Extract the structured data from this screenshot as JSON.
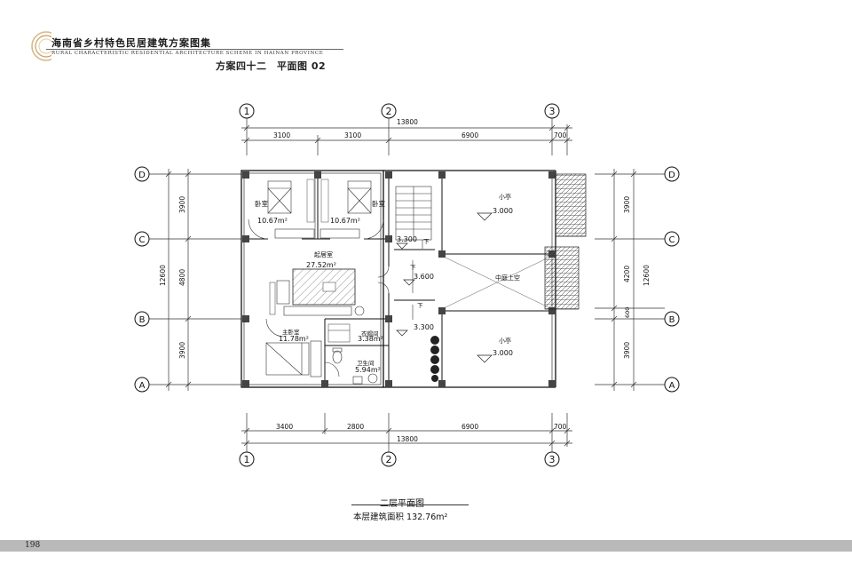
{
  "header": {
    "title": "海南省乡村特色民居建筑方案图集",
    "subtitle": "RURAL CHARACTERISTIC RESIDENTIAL ARCHITECTURE SCHEME IN HAINAN PROVINCE",
    "page_title": "方案四十二　平面图 02"
  },
  "grid": {
    "col_axes": [
      "1",
      "2",
      "3"
    ],
    "row_axes": [
      "D",
      "C",
      "B",
      "A"
    ]
  },
  "dimensions": {
    "top_total": "13800",
    "top_segments": [
      "3100",
      "3100",
      "6900",
      "700"
    ],
    "bottom_total": "13800",
    "bottom_segments": [
      "3400",
      "2800",
      "6900",
      "700"
    ],
    "left_total": "12600",
    "left_segments": [
      "3900",
      "4800",
      "3900"
    ],
    "right_total": "12600",
    "right_segments": [
      "3900",
      "4200",
      "600",
      "3900"
    ]
  },
  "rooms": {
    "bedroom_left_name": "卧室",
    "bedroom_left_area": "10.67m²",
    "bedroom_right_name": "卧室",
    "bedroom_right_area": "10.67m²",
    "living_name": "起居室",
    "living_area": "27.52m²",
    "master_name": "主卧室",
    "master_area": "11.78m²",
    "closet_name": "衣帽间",
    "closet_area": "3.38m²",
    "bath_name": "卫生间",
    "bath_area": "5.94m²",
    "pavilion_top_name": "小亭",
    "pavilion_top_level": "3.000",
    "courtyard_name": "中庭上空",
    "pavilion_bottom_name": "小亭",
    "pavilion_bottom_level": "3.000"
  },
  "levels": {
    "stair_top": "3.300",
    "landing": "3.600",
    "stair_bottom": "3.300",
    "down_1": "下",
    "down_2": "下",
    "down_3": "下"
  },
  "captions": {
    "plan_name": "二层平面图",
    "floor_area": "本层建筑面积 132.76m²"
  },
  "footer": {
    "page_number": "198"
  }
}
